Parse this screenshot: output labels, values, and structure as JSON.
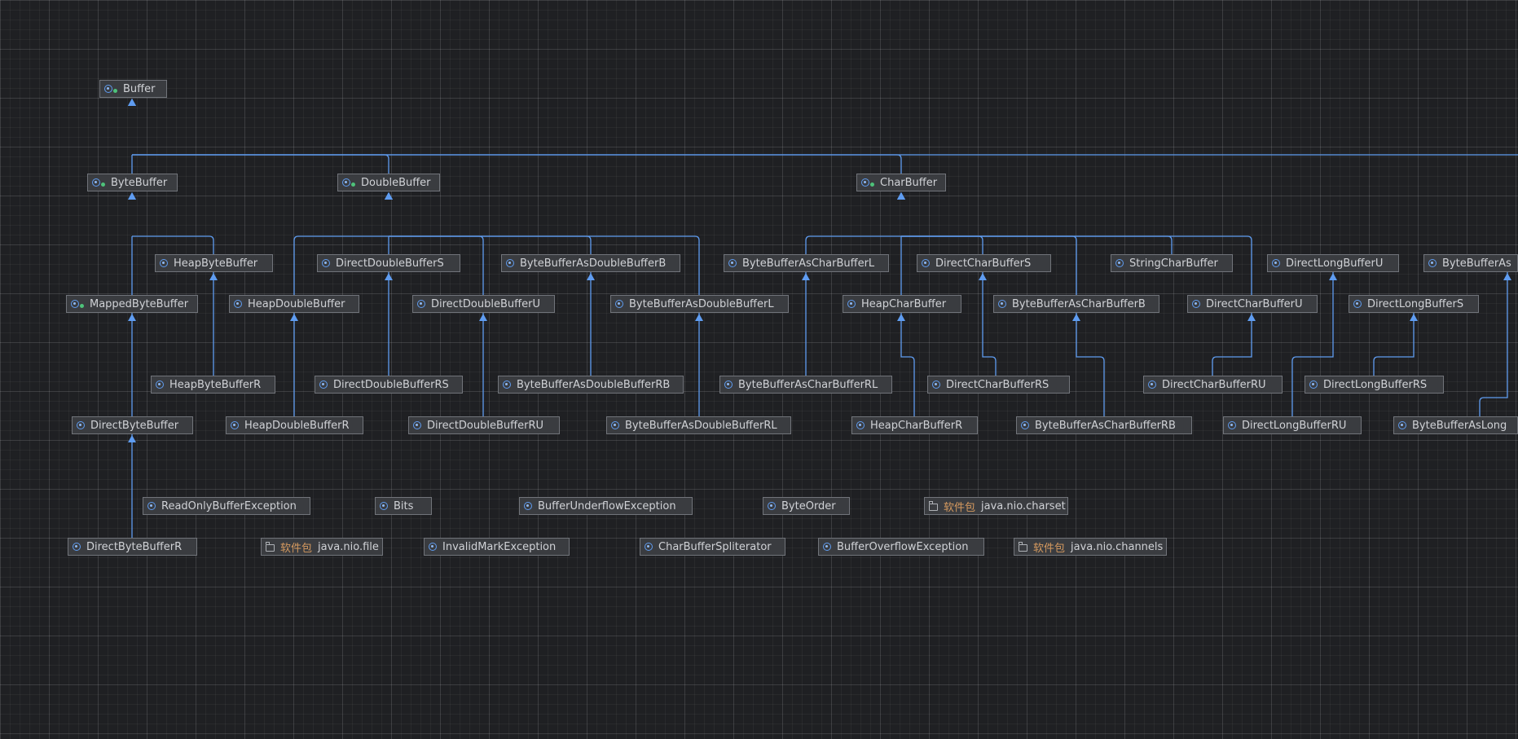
{
  "colors": {
    "background": "#1f2023",
    "edge": "#5f9cf0",
    "node": "#3a3c40",
    "node_border": "#71747a",
    "text": "#d0d2d6",
    "package_prefix": "#d69a5f"
  },
  "diagram": {
    "nodes": [
      {
        "id": "Buffer",
        "label": "Buffer",
        "icon": "abstract-class-icon"
      },
      {
        "id": "ByteBuffer",
        "label": "ByteBuffer",
        "icon": "abstract-class-icon"
      },
      {
        "id": "DoubleBuffer",
        "label": "DoubleBuffer",
        "icon": "abstract-class-icon"
      },
      {
        "id": "CharBuffer",
        "label": "CharBuffer",
        "icon": "abstract-class-icon"
      },
      {
        "id": "HeapByteBuffer",
        "label": "HeapByteBuffer",
        "icon": "class-icon"
      },
      {
        "id": "DirectDoubleBufferS",
        "label": "DirectDoubleBufferS",
        "icon": "class-icon"
      },
      {
        "id": "ByteBufferAsDoubleBufferB",
        "label": "ByteBufferAsDoubleBufferB",
        "icon": "class-icon"
      },
      {
        "id": "ByteBufferAsCharBufferL",
        "label": "ByteBufferAsCharBufferL",
        "icon": "class-icon"
      },
      {
        "id": "DirectCharBufferS",
        "label": "DirectCharBufferS",
        "icon": "class-icon"
      },
      {
        "id": "StringCharBuffer",
        "label": "StringCharBuffer",
        "icon": "class-icon"
      },
      {
        "id": "DirectLongBufferU",
        "label": "DirectLongBufferU",
        "icon": "class-icon"
      },
      {
        "id": "ByteBufferAsLongBufferB",
        "label": "ByteBufferAs",
        "icon": "class-icon"
      },
      {
        "id": "MappedByteBuffer",
        "label": "MappedByteBuffer",
        "icon": "abstract-class-icon"
      },
      {
        "id": "HeapDoubleBuffer",
        "label": "HeapDoubleBuffer",
        "icon": "class-icon"
      },
      {
        "id": "DirectDoubleBufferU",
        "label": "DirectDoubleBufferU",
        "icon": "class-icon"
      },
      {
        "id": "ByteBufferAsDoubleBufferL",
        "label": "ByteBufferAsDoubleBufferL",
        "icon": "class-icon"
      },
      {
        "id": "HeapCharBuffer",
        "label": "HeapCharBuffer",
        "icon": "class-icon"
      },
      {
        "id": "ByteBufferAsCharBufferB",
        "label": "ByteBufferAsCharBufferB",
        "icon": "class-icon"
      },
      {
        "id": "DirectCharBufferU",
        "label": "DirectCharBufferU",
        "icon": "class-icon"
      },
      {
        "id": "DirectLongBufferS",
        "label": "DirectLongBufferS",
        "icon": "class-icon"
      },
      {
        "id": "HeapByteBufferR",
        "label": "HeapByteBufferR",
        "icon": "class-icon"
      },
      {
        "id": "DirectDoubleBufferRS",
        "label": "DirectDoubleBufferRS",
        "icon": "class-icon"
      },
      {
        "id": "ByteBufferAsDoubleBufferRB",
        "label": "ByteBufferAsDoubleBufferRB",
        "icon": "class-icon"
      },
      {
        "id": "ByteBufferAsCharBufferRL",
        "label": "ByteBufferAsCharBufferRL",
        "icon": "class-icon"
      },
      {
        "id": "DirectCharBufferRS",
        "label": "DirectCharBufferRS",
        "icon": "class-icon"
      },
      {
        "id": "DirectCharBufferRU",
        "label": "DirectCharBufferRU",
        "icon": "class-icon"
      },
      {
        "id": "DirectLongBufferRS",
        "label": "DirectLongBufferRS",
        "icon": "class-icon"
      },
      {
        "id": "DirectByteBuffer",
        "label": "DirectByteBuffer",
        "icon": "class-icon"
      },
      {
        "id": "HeapDoubleBufferR",
        "label": "HeapDoubleBufferR",
        "icon": "class-icon"
      },
      {
        "id": "DirectDoubleBufferRU",
        "label": "DirectDoubleBufferRU",
        "icon": "class-icon"
      },
      {
        "id": "ByteBufferAsDoubleBufferRL",
        "label": "ByteBufferAsDoubleBufferRL",
        "icon": "class-icon"
      },
      {
        "id": "HeapCharBufferR",
        "label": "HeapCharBufferR",
        "icon": "class-icon"
      },
      {
        "id": "ByteBufferAsCharBufferRB",
        "label": "ByteBufferAsCharBufferRB",
        "icon": "class-icon"
      },
      {
        "id": "DirectLongBufferRU",
        "label": "DirectLongBufferRU",
        "icon": "class-icon"
      },
      {
        "id": "ByteBufferAsLongBufferRB",
        "label": "ByteBufferAsLong",
        "icon": "class-icon"
      },
      {
        "id": "ReadOnlyBufferException",
        "label": "ReadOnlyBufferException",
        "icon": "class-icon"
      },
      {
        "id": "Bits",
        "label": "Bits",
        "icon": "class-icon"
      },
      {
        "id": "BufferUnderflowException",
        "label": "BufferUnderflowException",
        "icon": "class-icon"
      },
      {
        "id": "ByteOrder",
        "label": "ByteOrder",
        "icon": "class-icon"
      },
      {
        "id": "pkg_charset",
        "prefix": "软件包",
        "label": "java.nio.charset",
        "icon": "package-icon"
      },
      {
        "id": "DirectByteBufferR",
        "label": "DirectByteBufferR",
        "icon": "class-icon"
      },
      {
        "id": "pkg_file",
        "prefix": "软件包",
        "label": "java.nio.file",
        "icon": "package-icon"
      },
      {
        "id": "InvalidMarkException",
        "label": "InvalidMarkException",
        "icon": "class-icon"
      },
      {
        "id": "CharBufferSpliterator",
        "label": "CharBufferSpliterator",
        "icon": "class-icon"
      },
      {
        "id": "BufferOverflowException",
        "label": "BufferOverflowException",
        "icon": "class-icon"
      },
      {
        "id": "pkg_channels",
        "prefix": "软件包",
        "label": "java.nio.channels",
        "icon": "package-icon"
      }
    ],
    "edges": [
      [
        "ByteBuffer",
        "Buffer"
      ],
      [
        "DoubleBuffer",
        "Buffer"
      ],
      [
        "CharBuffer",
        "Buffer"
      ],
      [
        "LongBuffer",
        "Buffer"
      ],
      [
        "HeapByteBuffer",
        "ByteBuffer"
      ],
      [
        "MappedByteBuffer",
        "ByteBuffer"
      ],
      [
        "HeapByteBufferR",
        "HeapByteBuffer"
      ],
      [
        "DirectByteBuffer",
        "MappedByteBuffer"
      ],
      [
        "DirectByteBufferR",
        "DirectByteBuffer"
      ],
      [
        "HeapDoubleBuffer",
        "DoubleBuffer"
      ],
      [
        "DirectDoubleBufferS",
        "DoubleBuffer"
      ],
      [
        "DirectDoubleBufferU",
        "DoubleBuffer"
      ],
      [
        "ByteBufferAsDoubleBufferB",
        "DoubleBuffer"
      ],
      [
        "ByteBufferAsDoubleBufferL",
        "DoubleBuffer"
      ],
      [
        "HeapDoubleBufferR",
        "HeapDoubleBuffer"
      ],
      [
        "DirectDoubleBufferRS",
        "DirectDoubleBufferS"
      ],
      [
        "DirectDoubleBufferRU",
        "DirectDoubleBufferU"
      ],
      [
        "ByteBufferAsDoubleBufferRB",
        "ByteBufferAsDoubleBufferB"
      ],
      [
        "ByteBufferAsDoubleBufferRL",
        "ByteBufferAsDoubleBufferL"
      ],
      [
        "ByteBufferAsCharBufferL",
        "CharBuffer"
      ],
      [
        "HeapCharBuffer",
        "CharBuffer"
      ],
      [
        "DirectCharBufferS",
        "CharBuffer"
      ],
      [
        "ByteBufferAsCharBufferB",
        "CharBuffer"
      ],
      [
        "StringCharBuffer",
        "CharBuffer"
      ],
      [
        "DirectCharBufferU",
        "CharBuffer"
      ],
      [
        "ByteBufferAsCharBufferRL",
        "ByteBufferAsCharBufferL"
      ],
      [
        "HeapCharBufferR",
        "HeapCharBuffer"
      ],
      [
        "DirectCharBufferRS",
        "DirectCharBufferS"
      ],
      [
        "ByteBufferAsCharBufferRB",
        "ByteBufferAsCharBufferB"
      ],
      [
        "DirectCharBufferRU",
        "DirectCharBufferU"
      ],
      [
        "DirectLongBufferRU",
        "DirectLongBufferU"
      ],
      [
        "DirectLongBufferRS",
        "DirectLongBufferS"
      ],
      [
        "ByteBufferAsLongBufferRB",
        "ByteBufferAsLongBufferB"
      ]
    ]
  }
}
